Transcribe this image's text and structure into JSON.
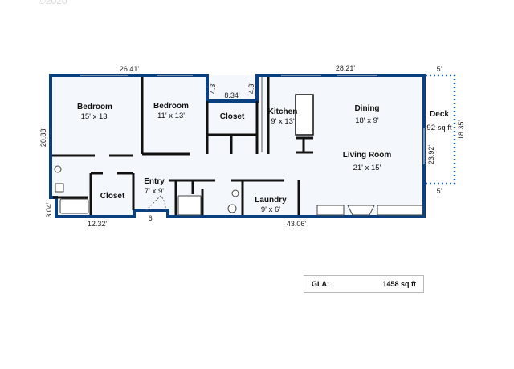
{
  "watermark": "©2020",
  "rooms": {
    "bedroom1": {
      "name": "Bedroom",
      "size": "15' x 13'"
    },
    "bedroom2": {
      "name": "Bedroom",
      "size": "11' x 13'"
    },
    "closet_top": {
      "name": "Closet"
    },
    "kitchen": {
      "name": "Kitchen",
      "size": "9' x 13'"
    },
    "dining": {
      "name": "Dining",
      "size": "18' x 9'"
    },
    "living": {
      "name": "Living Room",
      "size": "21' x 15'"
    },
    "deck": {
      "name": "Deck",
      "size": "92 sq ft"
    },
    "closet_left": {
      "name": "Closet"
    },
    "entry": {
      "name": "Entry",
      "size": "7' x 9'"
    },
    "laundry": {
      "name": "Laundry",
      "size": "9' x 6'"
    }
  },
  "measurements": {
    "top_left": "26.41'",
    "top_right": "28.21'",
    "closet_width": "8.34'",
    "closet_side_left": "4.3'",
    "closet_side_right": "4.3'",
    "deck_top": "5'",
    "deck_bottom": "5'",
    "deck_height": "18.35'",
    "right_wall": "23.92'",
    "left_wall": "20.88'",
    "bottom_step": "3.04'",
    "bottom_left": "12.32'",
    "entry_notch": "6'",
    "bottom_total": "43.06'"
  },
  "gla": {
    "label": "GLA:",
    "value": "1458 sq ft"
  },
  "colors": {
    "exterior_wall": "#0a3f80",
    "interior_wall": "#111111",
    "floor": "#f4f8fc",
    "deck": "#1f5fb0"
  }
}
